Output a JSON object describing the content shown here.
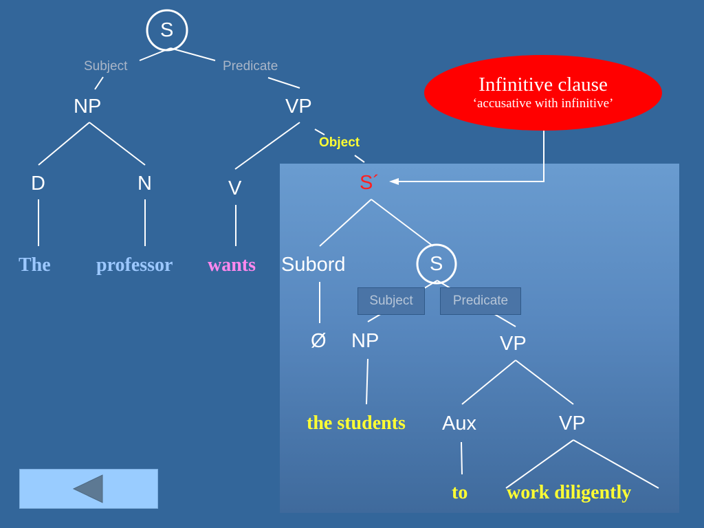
{
  "tree": {
    "root": "S",
    "subject_rel": "Subject",
    "predicate_rel": "Predicate",
    "np": "NP",
    "vp": "VP",
    "d": "D",
    "n": "N",
    "v": "V",
    "object_label": "Object",
    "s_bar": "S´",
    "subord": "Subord",
    "inner_s": "S",
    "inner_subject": "Subject",
    "inner_predicate": "Predicate",
    "null": "Ø",
    "inner_np": "NP",
    "inner_vp": "VP",
    "aux": "Aux",
    "vp2": "VP"
  },
  "words": {
    "the": "The",
    "professor": "professor",
    "wants": "wants",
    "the_students": "the students",
    "to": "to",
    "work_diligently": "work diligently"
  },
  "callout": {
    "title": "Infinitive clause",
    "subtitle": "‘accusative with infinitive’"
  },
  "navigation": {
    "back_icon": "left-triangle"
  },
  "colors": {
    "background": "#33669a",
    "panel": "#6a9cd0",
    "callout": "#ff0000",
    "word_blue": "#9cc8ff",
    "word_pink": "#ff88ee",
    "word_yellow": "#ffff33",
    "s_bar": "#ff2020"
  }
}
